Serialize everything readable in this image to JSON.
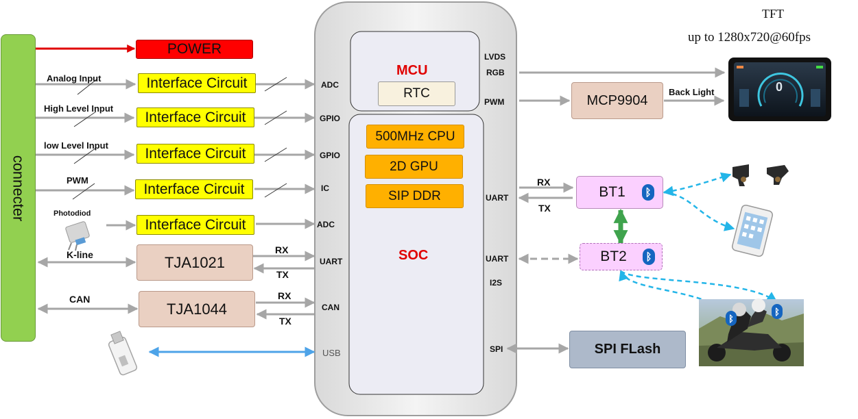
{
  "connector": {
    "label": "connecter"
  },
  "power": {
    "label": "POWER"
  },
  "inputs": [
    {
      "label": "Analog Input",
      "block": "Interface Circuit",
      "pin": "ADC"
    },
    {
      "label": "High Level Input",
      "block": "Interface Circuit",
      "pin": "GPIO"
    },
    {
      "label": "low Level Input",
      "block": "Interface Circuit",
      "pin": "GPIO"
    },
    {
      "label": "PWM",
      "block": "Interface Circuit",
      "pin": "IC"
    },
    {
      "label": "Photodiod",
      "block": "Interface Circuit",
      "pin": "ADC"
    }
  ],
  "kline": {
    "label": "K-line",
    "chip": "TJA1021",
    "rx": "RX",
    "tx": "TX",
    "pin": "UART"
  },
  "can": {
    "label": "CAN",
    "chip": "TJA1044",
    "rx": "RX",
    "tx": "TX",
    "pin": "CAN"
  },
  "usb": {
    "pin": "USB"
  },
  "mcu": {
    "title": "MCU",
    "rtc": "RTC",
    "pins": [
      "LVDS",
      "RGB",
      "PWM"
    ]
  },
  "soc": {
    "title": "SOC",
    "cpu": "500MHz CPU",
    "gpu": "2D GPU",
    "ddr": "SIP DDR",
    "pin_uart1": "UART",
    "pin_uart2": "UART",
    "pin_i2s": "I2S",
    "pin_spi": "SPI"
  },
  "display": {
    "title": "TFT",
    "subtitle": "up to 1280x720@60fps",
    "digit": "0"
  },
  "backlight": {
    "chip": "MCP9904",
    "label": "Back Light"
  },
  "bt1": {
    "label": "BT1",
    "rx": "RX",
    "tx": "TX"
  },
  "bt2": {
    "label": "BT2"
  },
  "flash": {
    "label": "SPI FLash"
  },
  "colors": {
    "connector": "#92d050",
    "power": "#ff0000",
    "interface": "#ffff00",
    "soc_core": "#ffb000",
    "bluetooth": "#fbd0ff",
    "chip": "#ead0c2",
    "flash": "#adb9ca",
    "usb_link": "#4da3e8"
  }
}
